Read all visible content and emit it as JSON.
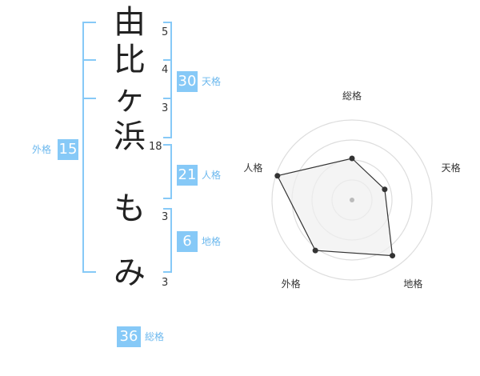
{
  "name_chars": [
    "由",
    "比",
    "ヶ",
    "浜",
    "も",
    "み"
  ],
  "strokes": [
    "5",
    "4",
    "3",
    "18",
    "3",
    "3"
  ],
  "kakusu": {
    "tenkaku": {
      "value": "30",
      "label": "天格"
    },
    "jinkaku": {
      "value": "21",
      "label": "人格"
    },
    "chikaku": {
      "value": "6",
      "label": "地格"
    },
    "gaikaku": {
      "value": "15",
      "label": "外格"
    },
    "soukaku": {
      "value": "36",
      "label": "総格"
    }
  },
  "radar": {
    "axes": [
      "総格",
      "天格",
      "地格",
      "外格",
      "人格"
    ],
    "levels": 4,
    "values": [
      0.52,
      0.43,
      0.86,
      0.78,
      0.98
    ],
    "colors": {
      "grid": "#dddddd",
      "fill": "#f0f0f0",
      "line": "#333333",
      "center": "#bbbbbb"
    }
  },
  "colors": {
    "bracket": "#86c9f7",
    "badge": "#86c9f7"
  }
}
